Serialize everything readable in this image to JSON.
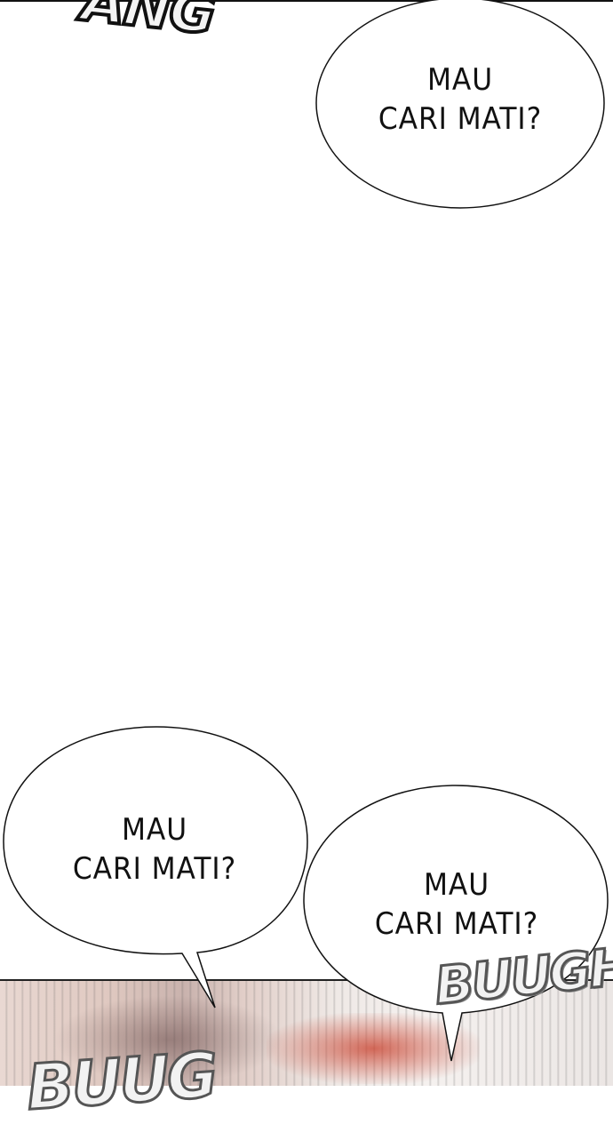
{
  "page": {
    "background": "#ffffff"
  },
  "sfx": {
    "top": "ANG",
    "impact": "BUUGH",
    "bottom_left": "BUUG"
  },
  "bubbles": [
    {
      "line1": "MAU",
      "line2": "CARI MATI?"
    },
    {
      "line1": "MAU",
      "line2": "CARI MATI?"
    },
    {
      "line1": "MAU",
      "line2": "CARI MATI?"
    }
  ],
  "colors": {
    "ink": "#111111",
    "bubble_fill": "#ffffff",
    "blood": "#c83c28"
  }
}
